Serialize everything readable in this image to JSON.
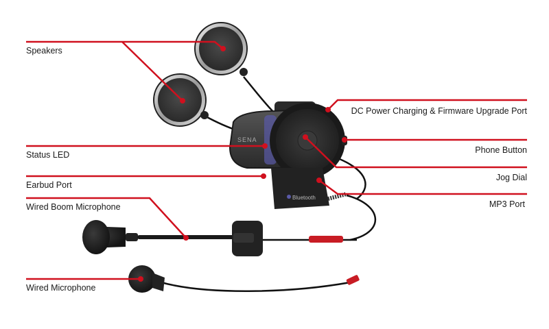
{
  "diagram": {
    "accent_color": "#d0101e",
    "product_logo": "SENA",
    "badge_text": "Bluetooth",
    "labels": {
      "speakers": "Speakers",
      "status_led": "Status LED",
      "earbud_port": "Earbud Port",
      "wired_boom_microphone": "Wired Boom Microphone",
      "wired_microphone": "Wired Microphone",
      "dc_power": "DC Power Charging & Firmware Upgrade Port",
      "phone_button": "Phone Button",
      "jog_dial": "Jog Dial",
      "mp3_port": "MP3 Port"
    }
  }
}
